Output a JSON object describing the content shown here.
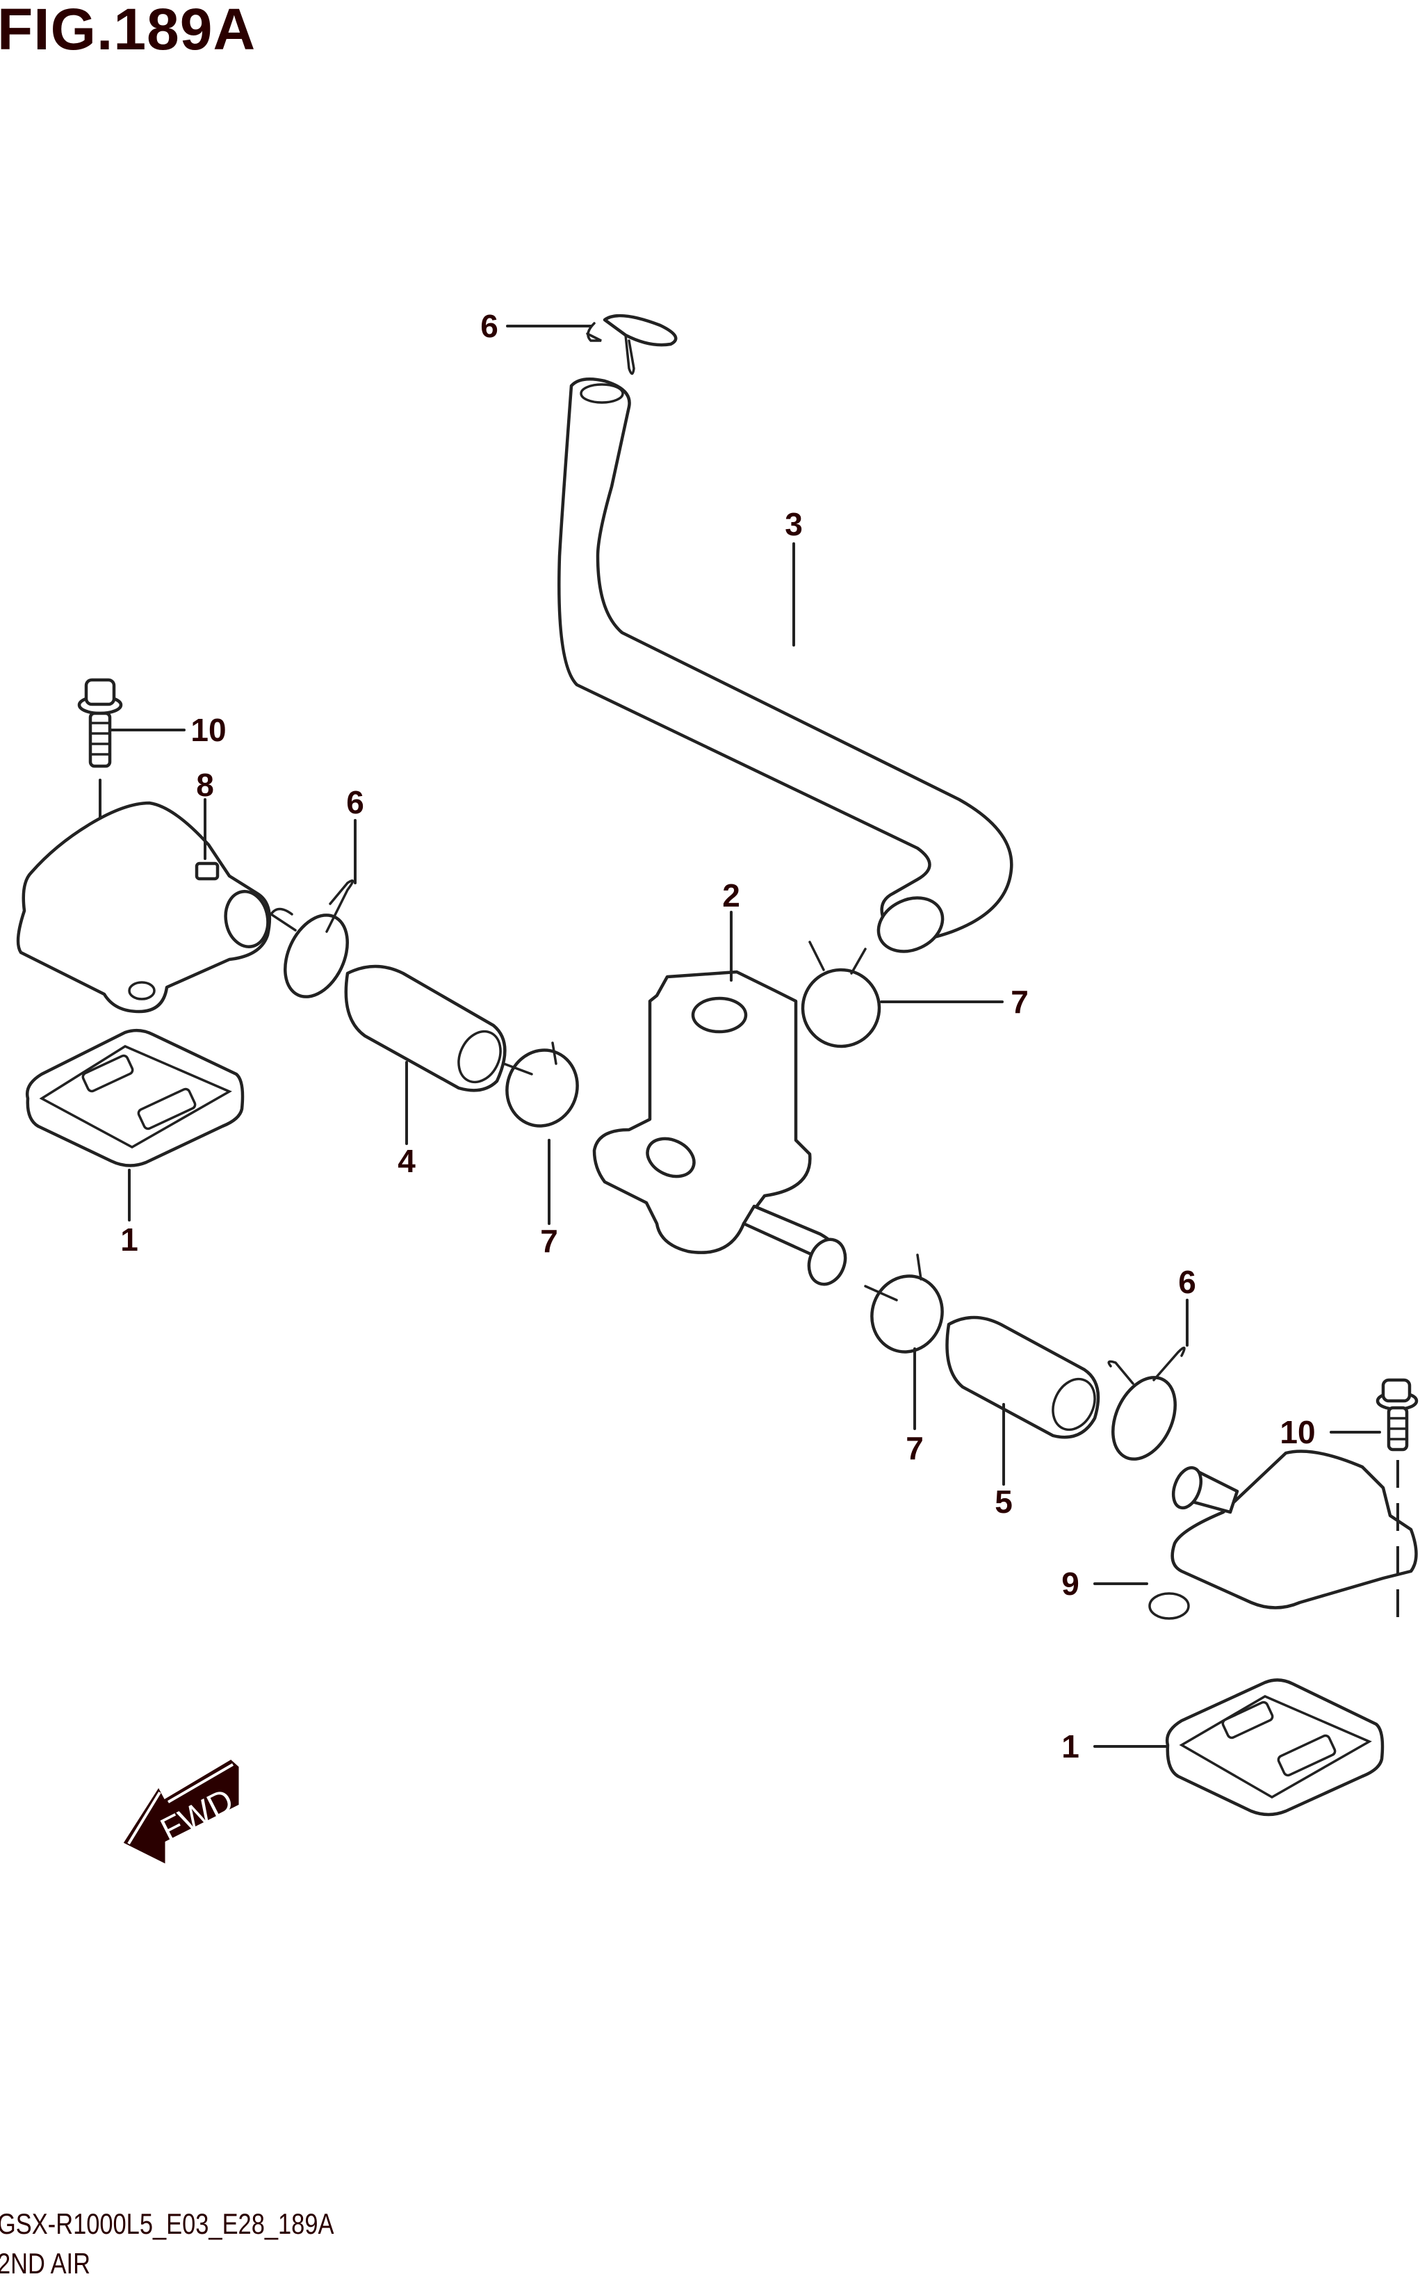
{
  "figure": {
    "title": "FIG.189A",
    "model_code": "GSX-R1000L5_E03_E28_189A",
    "section_name": "2ND AIR"
  },
  "callouts": [
    {
      "id": "callout-6-top",
      "ref": "6"
    },
    {
      "id": "callout-3",
      "ref": "3"
    },
    {
      "id": "callout-10-left",
      "ref": "10"
    },
    {
      "id": "callout-8",
      "ref": "8"
    },
    {
      "id": "callout-6-left",
      "ref": "6"
    },
    {
      "id": "callout-2",
      "ref": "2"
    },
    {
      "id": "callout-7-right",
      "ref": "7"
    },
    {
      "id": "callout-4",
      "ref": "4"
    },
    {
      "id": "callout-1-left",
      "ref": "1"
    },
    {
      "id": "callout-7-center",
      "ref": "7"
    },
    {
      "id": "callout-6-right",
      "ref": "6"
    },
    {
      "id": "callout-10-right",
      "ref": "10"
    },
    {
      "id": "callout-7-lower",
      "ref": "7"
    },
    {
      "id": "callout-5",
      "ref": "5"
    },
    {
      "id": "callout-9",
      "ref": "9"
    },
    {
      "id": "callout-1-right",
      "ref": "1"
    }
  ],
  "direction_marker": {
    "icon": "fwd-arrow-icon",
    "text": "FWD"
  },
  "colors": {
    "ink": "#2a0000",
    "line": "#222222",
    "background": "#ffffff"
  }
}
